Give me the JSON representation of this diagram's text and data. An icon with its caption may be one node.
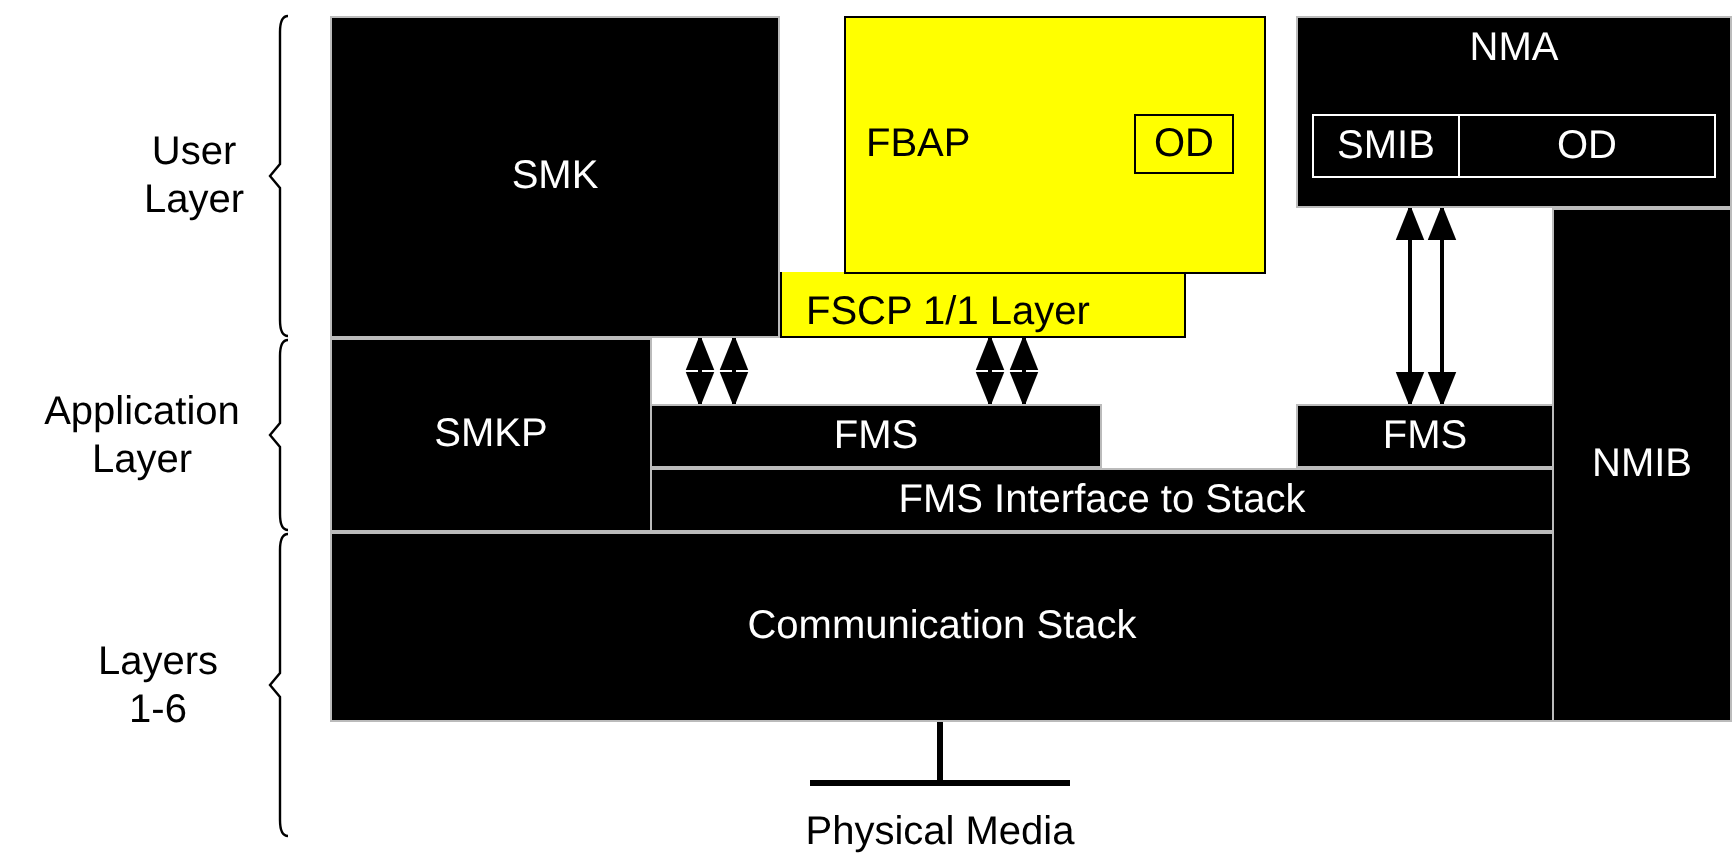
{
  "diagram": {
    "nodes": [
      {
        "text": [
          "SMK"
        ]
      },
      {
        "text": [
          "FSCP 1/1 Layer"
        ]
      },
      {
        "text": [
          "FBAP"
        ]
      },
      {
        "text": [
          "OD"
        ],
        "in": 2
      },
      {
        "text": [
          "NMA"
        ]
      },
      {
        "text": [
          "SMIB"
        ],
        "in": 4
      },
      {
        "text": [
          "OD"
        ],
        "in": 4
      },
      {
        "text": [
          "SMKP"
        ]
      },
      {
        "text": [
          "FMS"
        ]
      },
      {
        "text": [
          "FMS"
        ]
      },
      {
        "text": [
          "FMS Interface to Stack"
        ]
      },
      {
        "text": [
          "NMIB"
        ]
      },
      {
        "text": [
          "Communication Stack"
        ]
      },
      {
        "text": [
          "Physical Media"
        ]
      }
    ],
    "edges": [
      {
        "from": 0,
        "to": 8,
        "arrow": "both"
      },
      {
        "from": 0,
        "to": 8,
        "arrow": "both"
      },
      {
        "from": 1,
        "to": 8,
        "arrow": "both"
      },
      {
        "from": 1,
        "to": 8,
        "arrow": "both"
      },
      {
        "from": 4,
        "to": 9,
        "arrow": "both"
      },
      {
        "from": 4,
        "to": 9,
        "arrow": "both"
      },
      {
        "from": 12,
        "to": 13,
        "arrow": "none"
      }
    ],
    "labels": [
      "User Layer",
      "Application Layer",
      "Layers 1-6"
    ]
  }
}
